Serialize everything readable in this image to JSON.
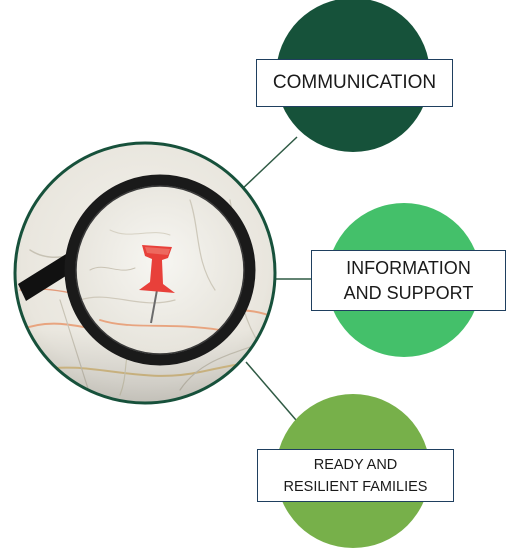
{
  "diagram": {
    "nodes": [
      {
        "id": "communication",
        "label": "COMMUNICATION",
        "color": "#16523a"
      },
      {
        "id": "information",
        "label": "INFORMATION\nAND SUPPORT",
        "color": "#44c06a"
      },
      {
        "id": "ready",
        "label": "READY AND\nRESILIENT FAMILIES",
        "color": "#77b04a"
      }
    ],
    "hub": {
      "depiction": "magnifying glass over a map with a red push pin",
      "ring_color": "#17513b"
    },
    "connector_color": "#2f5a44",
    "label_border_color": "#1f3f5f"
  }
}
